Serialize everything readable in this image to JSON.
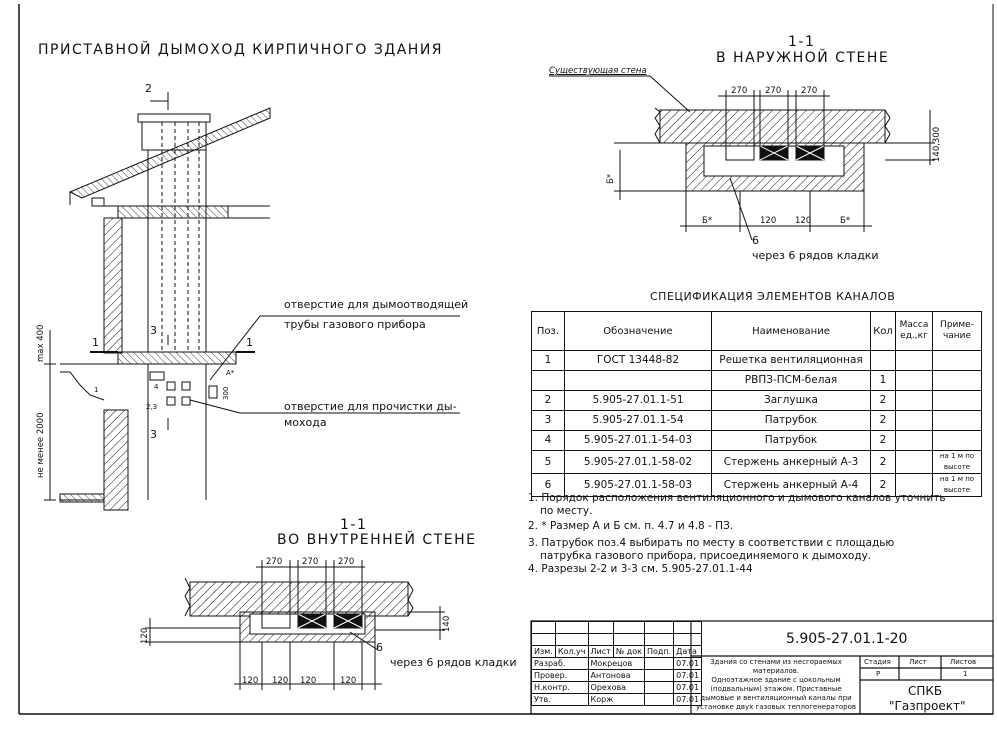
{
  "main_title": "ПРИСТАВНОЙ ДЫМОХОД КИРПИЧНОГО ЗДАНИЯ",
  "section_outer": {
    "number": "1-1",
    "title": "В НАРУЖНОЙ СТЕНЕ",
    "existing_wall": "Существующая стена",
    "dims": [
      "270",
      "270",
      "270"
    ],
    "dim_right": "140,300",
    "dim_left": "Б*",
    "bottom_dims": [
      "Б*",
      "120",
      "120",
      "Б*"
    ],
    "callout_num": "6",
    "callout_text": "через 6 рядов кладки"
  },
  "section_inner": {
    "number": "1-1",
    "title": "ВО ВНУТРЕННЕЙ СТЕНЕ",
    "dims": [
      "270",
      "270",
      "270"
    ],
    "dim_left": "120",
    "dim_right": "140",
    "bottom_dims": [
      "120",
      "120",
      "120",
      "120"
    ],
    "callout_num": "6",
    "callout_text": "через 6 рядов кладки"
  },
  "elevation": {
    "mark_2": "2",
    "mark_3_top": "3",
    "mark_3_bottom": "3",
    "mark_1_left": "1",
    "mark_1_right": "1",
    "max400": "max 400",
    "min2000": "не менее 2000",
    "mark_4": "4",
    "mark_23": "2,3",
    "mark_1b": "1",
    "mark_300": "300",
    "mark_a": "А*",
    "note_flue_1": "отверстие для дымоотводящей",
    "note_flue_2": "трубы газового прибора",
    "note_clean_1": "отверстие для прочистки ды-",
    "note_clean_2": "мохода"
  },
  "spec": {
    "title": "СПЕЦИФИКАЦИЯ ЭЛЕМЕНТОВ КАНАЛОВ",
    "headers": [
      "Поз.",
      "Обозначение",
      "Наименование",
      "Кол",
      "Масса ед.,кг",
      "Приме- чание"
    ],
    "rows": [
      [
        "1",
        "ГОСТ 13448-82",
        "Решетка вентиляционная",
        "",
        "",
        ""
      ],
      [
        "",
        "",
        "РВПЗ-ПСМ-белая",
        "1",
        "",
        ""
      ],
      [
        "2",
        "5.905-27.01.1-51",
        "Заглушка",
        "2",
        "",
        ""
      ],
      [
        "3",
        "5.905-27.01.1-54",
        "Патрубок",
        "2",
        "",
        ""
      ],
      [
        "4",
        "5.905-27.01.1-54-03",
        "Патрубок",
        "2",
        "",
        ""
      ],
      [
        "5",
        "5.905-27.01.1-58-02",
        "Стержень анкерный А-3",
        "2",
        "",
        "на 1 м по высоте"
      ],
      [
        "6",
        "5.905-27.01.1-58-03",
        "Стержень анкерный А-4",
        "2",
        "",
        "на 1 м по высоте"
      ]
    ]
  },
  "notes": [
    "1. Порядок расположения вентиляционного и дымового каналов уточнить",
    "по месту.",
    "2. * Размер А и Б см. п. 4.7 и 4.8 - ПЗ.",
    "3. Патрубок поз.4 выбирать по месту в соответствии с площадью",
    "патрубка газового прибора, присоединяемого к дымоходу.",
    "4. Разрезы 2-2 и 3-3 см. 5.905-27.01.1-44"
  ],
  "title_block": {
    "code": "5.905-27.01.1-20",
    "head": [
      "Изм.",
      "Кол.уч",
      "Лист",
      "№ док",
      "Подп.",
      "Дата"
    ],
    "roles": [
      [
        "Разраб.",
        "Мокрецов",
        "07.01"
      ],
      [
        "Провер.",
        "Антонова",
        "07.01"
      ],
      [
        "Н.контр.",
        "Орехова",
        "07.01"
      ],
      [
        "Утв.",
        "Корж",
        "07.01"
      ]
    ],
    "desc": [
      "Здания со стенами из несгораемых",
      "материалов.",
      "Одноэтажное здание с цокольным",
      "(подвальным) этажом. Приставные",
      "дымовые и вентиляционный каналы при",
      "установке двух газовых теплогенераторов"
    ],
    "stage_h": "Стадия",
    "sheet_h": "Лист",
    "sheets_h": "Листов",
    "stage": "Р",
    "sheets": "1",
    "org1": "СПКБ",
    "org2": "\"Газпроект\""
  }
}
